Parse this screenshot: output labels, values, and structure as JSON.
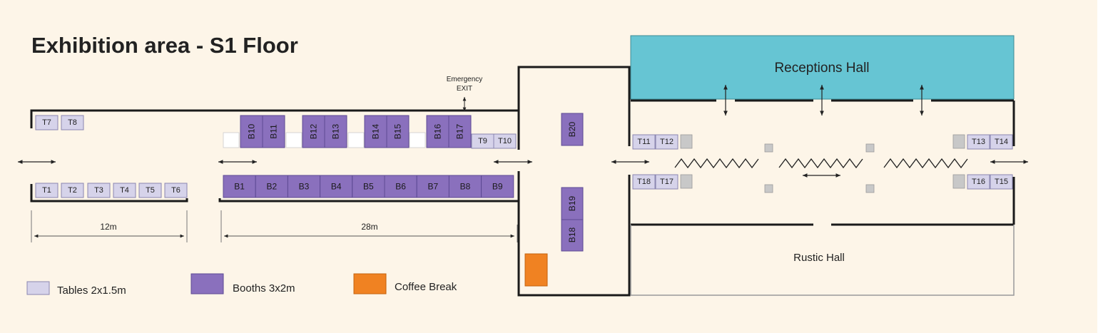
{
  "title": "Exhibition area - S1 Floor",
  "colors": {
    "background": "#fdf5e8",
    "wall": "#1a1a1a",
    "table_fill": "#d6d3ea",
    "table_stroke": "#8a86b0",
    "booth_fill": "#8a70bd",
    "booth_stroke": "#5d4a93",
    "coffee": "#f08222",
    "reception": "#66c5d3",
    "pillar": "#c8c8c8",
    "empty_slot": "#ffffff",
    "dimension": "#555555"
  },
  "rooms": {
    "reception": "Receptions Hall",
    "rustic": "Rustic Hall"
  },
  "exit": {
    "line1": "Emergency",
    "line2": "EXIT"
  },
  "dimensions": {
    "left": "12m",
    "right": "28m"
  },
  "tables": [
    "T1",
    "T2",
    "T3",
    "T4",
    "T5",
    "T6",
    "T7",
    "T8",
    "T9",
    "T10",
    "T11",
    "T12",
    "T13",
    "T14",
    "T15",
    "T16",
    "T17",
    "T18"
  ],
  "booths": [
    "B1",
    "B2",
    "B3",
    "B4",
    "B5",
    "B6",
    "B7",
    "B8",
    "B9",
    "B10",
    "B11",
    "B12",
    "B13",
    "B14",
    "B15",
    "B16",
    "B17",
    "B18",
    "B19",
    "B20"
  ],
  "legend": [
    {
      "label": "Tables 2x1.5m",
      "kind": "table"
    },
    {
      "label": "Booths 3x2m",
      "kind": "booth"
    },
    {
      "label": "Coffee Break",
      "kind": "coffee"
    }
  ]
}
